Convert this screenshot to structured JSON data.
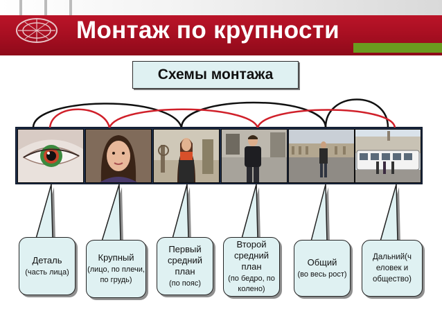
{
  "slide": {
    "title": "Монтаж по крупности",
    "subtitle_box": "Схемы монтажа"
  },
  "colors": {
    "header_red": "#b3142a",
    "accent_green": "#6a9a1f",
    "box_fill": "#dff1f2",
    "arc_black": "#111111",
    "arc_red": "#d0202a"
  },
  "photos": [
    {
      "subject": "eye close-up"
    },
    {
      "subject": "girl portrait close"
    },
    {
      "subject": "girl medium shot"
    },
    {
      "subject": "man standing"
    },
    {
      "subject": "man on square"
    },
    {
      "subject": "bus and street"
    }
  ],
  "callouts": [
    {
      "main": "Деталь",
      "sub": "(часть лица)"
    },
    {
      "main": "Крупный",
      "sub": "(лицо, по плечи, по грудь)"
    },
    {
      "main": "Первый средний план",
      "sub": "(по пояс)"
    },
    {
      "main": "Второй средний план",
      "sub": "(по бедро, по колено)"
    },
    {
      "main": "Общий",
      "sub": "(во весь рост)"
    },
    {
      "main": "Дальний(ч еловек и общество)",
      "sub": ""
    }
  ]
}
